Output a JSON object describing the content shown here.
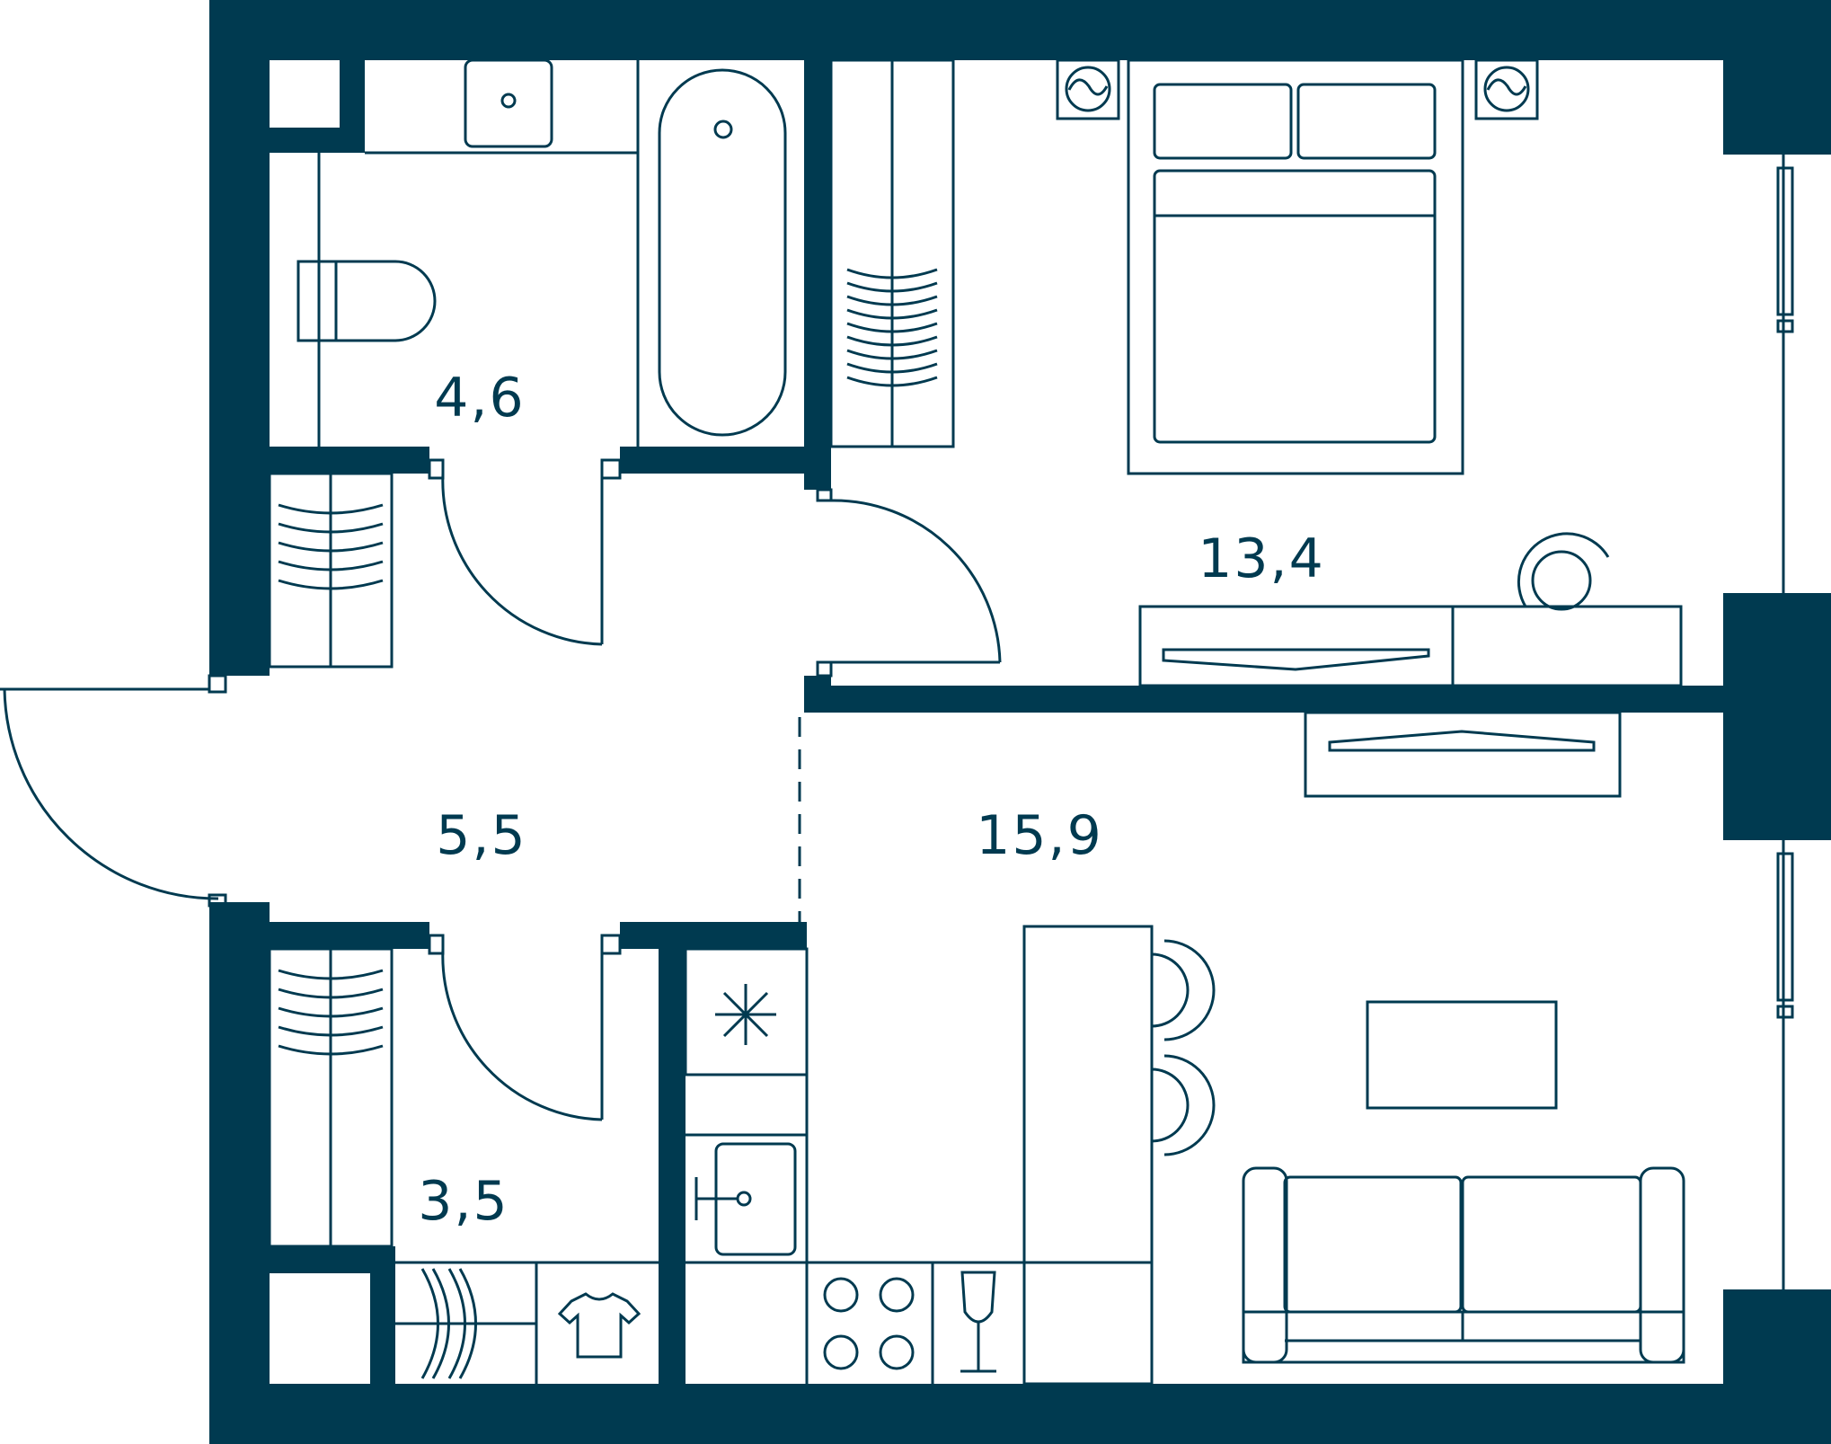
{
  "colors": {
    "wall": "#003a50",
    "line": "#003a50",
    "background": "#ffffff"
  },
  "rooms": {
    "bathroom": {
      "area": "4,6"
    },
    "bedroom": {
      "area": "13,4"
    },
    "hallway": {
      "area": "5,5"
    },
    "living_kitchen": {
      "area": "15,9"
    },
    "wardrobe_room": {
      "area": "3,5"
    }
  },
  "icons": {
    "cooktop": "cooktop-icon",
    "freezer": "snowflake-icon",
    "washer": "t-shirt-icon",
    "fridge": "wine-glass-icon"
  }
}
